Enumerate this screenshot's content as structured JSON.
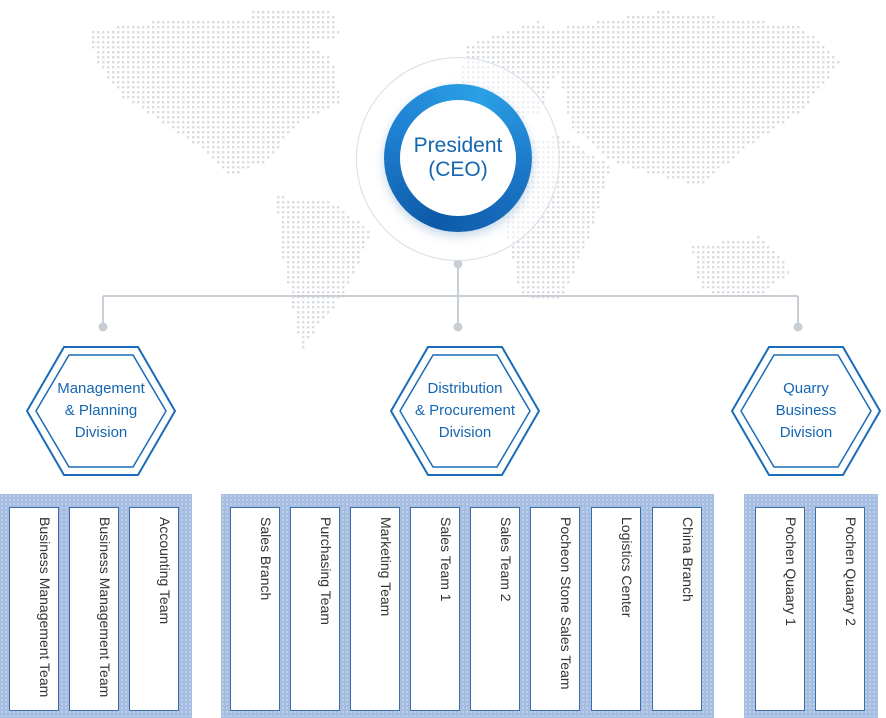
{
  "president": {
    "line1": "President",
    "line2": "(CEO)"
  },
  "divisions": [
    {
      "lines": [
        "Management",
        "& Planning",
        "Division"
      ],
      "teams": [
        "Business Management Team",
        "Business Management Team",
        "Accounting Team"
      ]
    },
    {
      "lines": [
        "Distribution",
        "& Procurement",
        "Division"
      ],
      "teams": [
        "Sales Branch",
        "Purchasing Team",
        "Marketing Team",
        "Sales Team 1",
        "Sales Team 2",
        "Pocheon Stone Sales Team",
        "Logistics Center",
        "China Branch"
      ]
    },
    {
      "lines": [
        "Quarry",
        "Business",
        "Division"
      ],
      "teams": [
        "Pochen Quaary 1",
        "Pochen Quaary 2"
      ]
    }
  ],
  "colors": {
    "brand": "#1566b1",
    "connector": "#c8ced6",
    "panel": "#a4bde0",
    "card_border": "#3d6ea8"
  },
  "icons": {
    "background": "dotted-world-map"
  }
}
